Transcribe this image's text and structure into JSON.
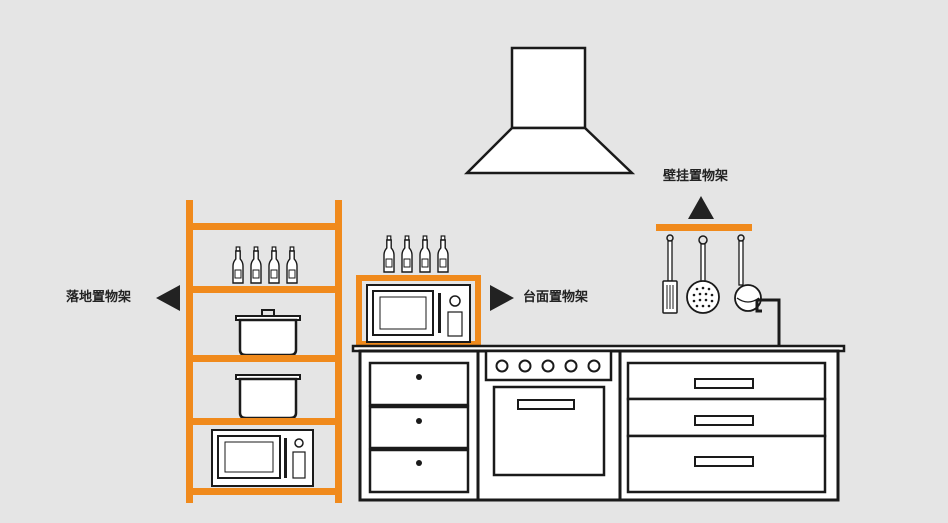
{
  "labels": {
    "floor_shelf": "落地置物架",
    "counter_shelf": "台面置物架",
    "wall_shelf": "壁挂置物架"
  },
  "colors": {
    "background": "#e5e5e5",
    "accent": "#f08a1c",
    "line": "#1a1a1a",
    "fill": "#ffffff"
  }
}
